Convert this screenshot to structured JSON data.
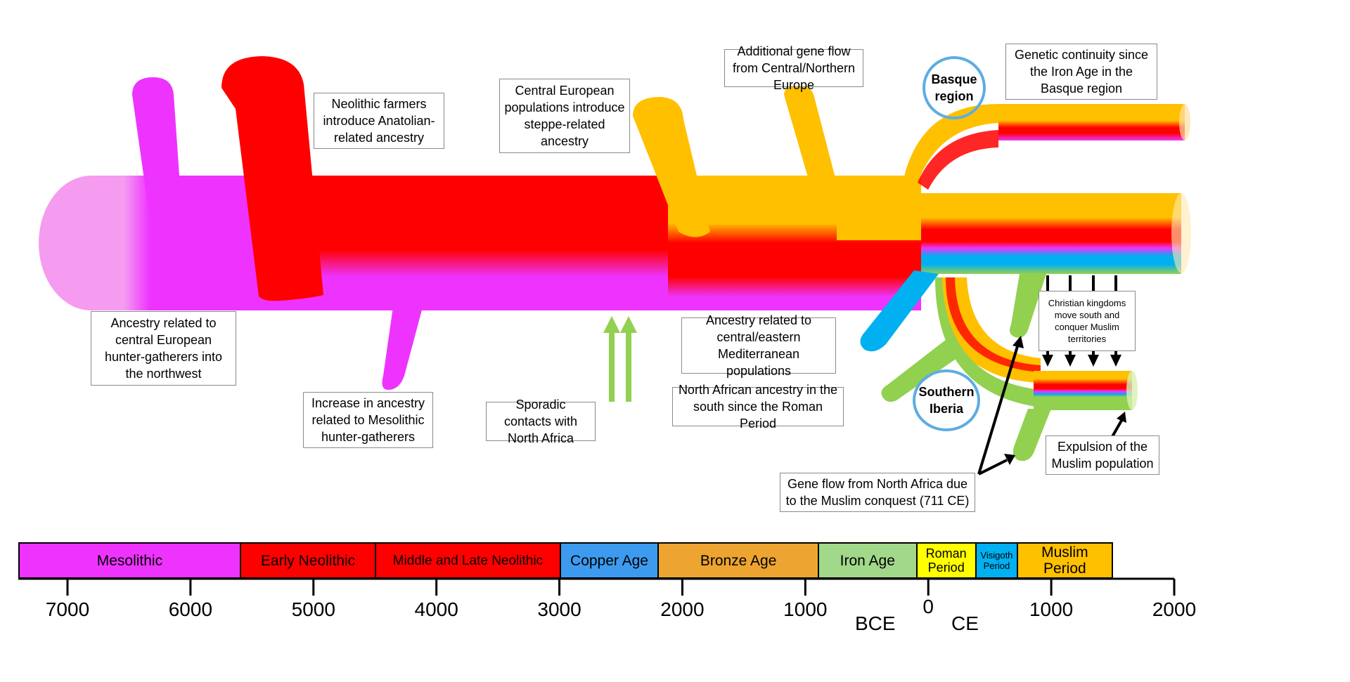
{
  "timeline": {
    "periods": [
      {
        "label": "Mesolithic",
        "color": "#EE33FF",
        "start": -7400,
        "end": -5600
      },
      {
        "label": "Early Neolithic",
        "color": "#FF0000",
        "start": -5600,
        "end": -4500
      },
      {
        "label": "Middle and Late Neolithic",
        "color": "#FF0000",
        "start": -4500,
        "end": -3000
      },
      {
        "label": "Copper Age",
        "color": "#3D9BEF",
        "start": -3000,
        "end": -2200
      },
      {
        "label": "Bronze Age",
        "color": "#EDA430",
        "start": -2200,
        "end": -900
      },
      {
        "label": "Iron Age",
        "color": "#A2D88A",
        "start": -900,
        "end": -100
      },
      {
        "label": "Roman Period",
        "color": "#FFFF00",
        "start": -100,
        "end": 380
      },
      {
        "label": "Visigoth Period",
        "color": "#00B0F0",
        "start": 380,
        "end": 720
      },
      {
        "label": "Muslim Period",
        "color": "#FFC000",
        "start": 720,
        "end": 1500
      }
    ],
    "ticks": [
      {
        "value": -7000,
        "label": "7000"
      },
      {
        "value": -6000,
        "label": "6000"
      },
      {
        "value": -5000,
        "label": "5000"
      },
      {
        "value": -4000,
        "label": "4000"
      },
      {
        "value": -3000,
        "label": "3000"
      },
      {
        "value": -2000,
        "label": "2000"
      },
      {
        "value": -1000,
        "label": "1000"
      },
      {
        "value": 0,
        "label": "0"
      },
      {
        "value": 1000,
        "label": "1000"
      },
      {
        "value": 2000,
        "label": "2000"
      }
    ],
    "bce_label": "BCE",
    "ce_label": "CE"
  },
  "annotations": {
    "neolithic_farmers": "Neolithic farmers introduce Anatolian-related ancestry",
    "central_european": "Central European populations introduce steppe-related ancestry",
    "additional_gene_flow": "Additional gene flow from Central/Northern Europe",
    "genetic_continuity": "Genetic continuity since the Iron Age in the Basque region",
    "hunter_gatherers_northwest": "Ancestry related to central European hunter-gatherers into the northwest",
    "mesolithic_increase": "Increase in ancestry related to Mesolithic hunter-gatherers",
    "sporadic_contacts": "Sporadic contacts with North Africa",
    "mediterranean": "Ancestry related to central/eastern Mediterranean populations",
    "north_african_roman": "North African ancestry in the south since the Roman Period",
    "christian_kingdoms": "Christian kingdoms move south and conquer Muslim territories",
    "muslim_conquest": "Gene flow from North Africa due to the Muslim conquest (711 CE)",
    "expulsion": "Expulsion of the Muslim population"
  },
  "regions": {
    "basque": "Basque region",
    "southern_iberia": "Southern Iberia"
  },
  "colors": {
    "mesolithic": "#EE33FF",
    "neolithic": "#FF0000",
    "steppe": "#FFC000",
    "mediterranean": "#00B0F0",
    "north_africa": "#92D050",
    "region_ring": "#5DADE2"
  }
}
